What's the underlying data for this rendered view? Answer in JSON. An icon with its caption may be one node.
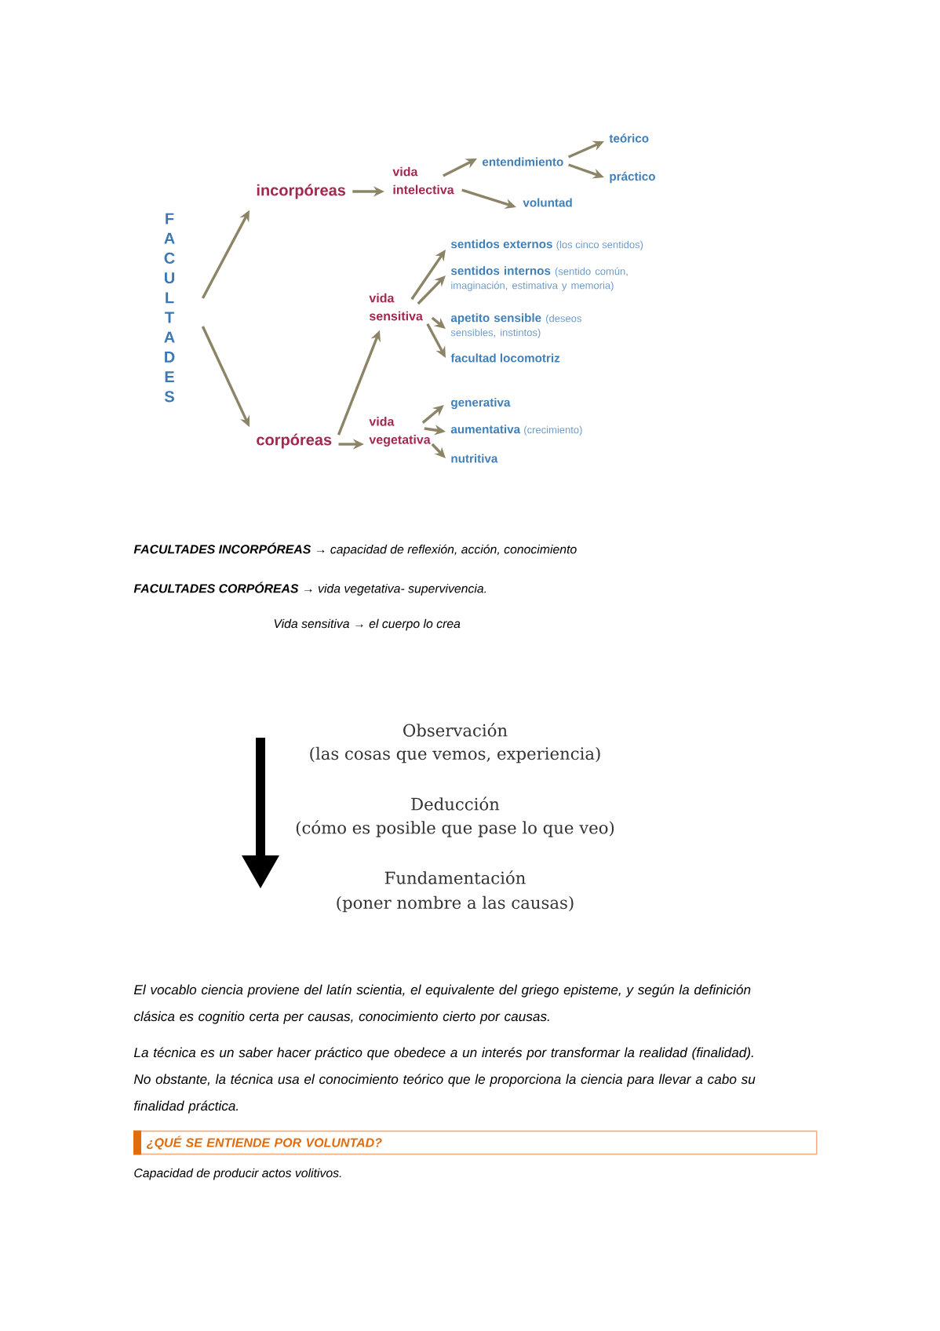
{
  "diagram": {
    "nodes": [
      {
        "text": [
          "FACULTADES"
        ]
      },
      {
        "text": [
          "incorpóreas"
        ]
      },
      {
        "text": [
          "vida intelectiva"
        ]
      },
      {
        "text": [
          "entendimiento"
        ]
      },
      {
        "text": [
          "teórico"
        ]
      },
      {
        "text": [
          "práctico"
        ]
      },
      {
        "text": [
          "voluntad"
        ]
      },
      {
        "text": [
          "corpóreas"
        ]
      },
      {
        "text": [
          "vida sensitiva"
        ]
      },
      {
        "text": [
          "sentidos externos",
          "(los cinco sentidos)"
        ]
      },
      {
        "text": [
          "sentidos internos",
          "(sentido común, imaginación, estimativa y memoria)"
        ]
      },
      {
        "text": [
          "apetito sensible",
          "(deseos sensibles, instintos)"
        ]
      },
      {
        "text": [
          "facultad locomotriz"
        ]
      },
      {
        "text": [
          "vida vegetativa"
        ]
      },
      {
        "text": [
          "generativa"
        ]
      },
      {
        "text": [
          "aumentativa",
          "(crecimiento)"
        ]
      },
      {
        "text": [
          "nutritiva"
        ]
      },
      {
        "text": [
          "¿QUÉ SE ENTIENDE POR VOLUNTAD?"
        ]
      }
    ],
    "edges": [
      {
        "from": 0,
        "to": 1,
        "arrow": "to"
      },
      {
        "from": 0,
        "to": 7,
        "arrow": "to"
      },
      {
        "from": 1,
        "to": 2,
        "arrow": "to"
      },
      {
        "from": 2,
        "to": 3,
        "arrow": "to"
      },
      {
        "from": 2,
        "to": 6,
        "arrow": "to"
      },
      {
        "from": 3,
        "to": 4,
        "arrow": "to"
      },
      {
        "from": 3,
        "to": 5,
        "arrow": "to"
      },
      {
        "from": 7,
        "to": 8,
        "arrow": "to"
      },
      {
        "from": 7,
        "to": 13,
        "arrow": "to"
      },
      {
        "from": 8,
        "to": 9,
        "arrow": "to"
      },
      {
        "from": 8,
        "to": 10,
        "arrow": "to"
      },
      {
        "from": 8,
        "to": 11,
        "arrow": "to"
      },
      {
        "from": 8,
        "to": 12,
        "arrow": "to"
      },
      {
        "from": 13,
        "to": 14,
        "arrow": "to"
      },
      {
        "from": 13,
        "to": 15,
        "arrow": "to"
      },
      {
        "from": 13,
        "to": 16,
        "arrow": "to"
      }
    ],
    "labels": [
      "**FACULTADES INCORPÓREAS** → capacidad de reflexión, acción, conocimiento",
      "**FACULTADES CORPÓREAS** → vida vegetativa- supervivencia.",
      "Vida sensitiva → el cuerpo lo crea",
      "Observación",
      "(las cosas que vemos, experiencia)",
      "Deducción",
      "(cómo es posible que pase lo que veo)",
      "Fundamentación",
      "(poner nombre a las causas)",
      "El vocablo ciencia proviene del latín scientia, el equivalente del griego episteme, y según la definición clásica es cognitio certa per causas, conocimiento cierto por causas.",
      "La técnica es un saber hacer práctico que obedece a un interés por transformar la realidad (finalidad). No obstante, la técnica usa el conocimiento teórico que le proporciona la ciencia para llevar a cabo su finalidad práctica.",
      "Capacidad de producir actos volitivos."
    ]
  }
}
